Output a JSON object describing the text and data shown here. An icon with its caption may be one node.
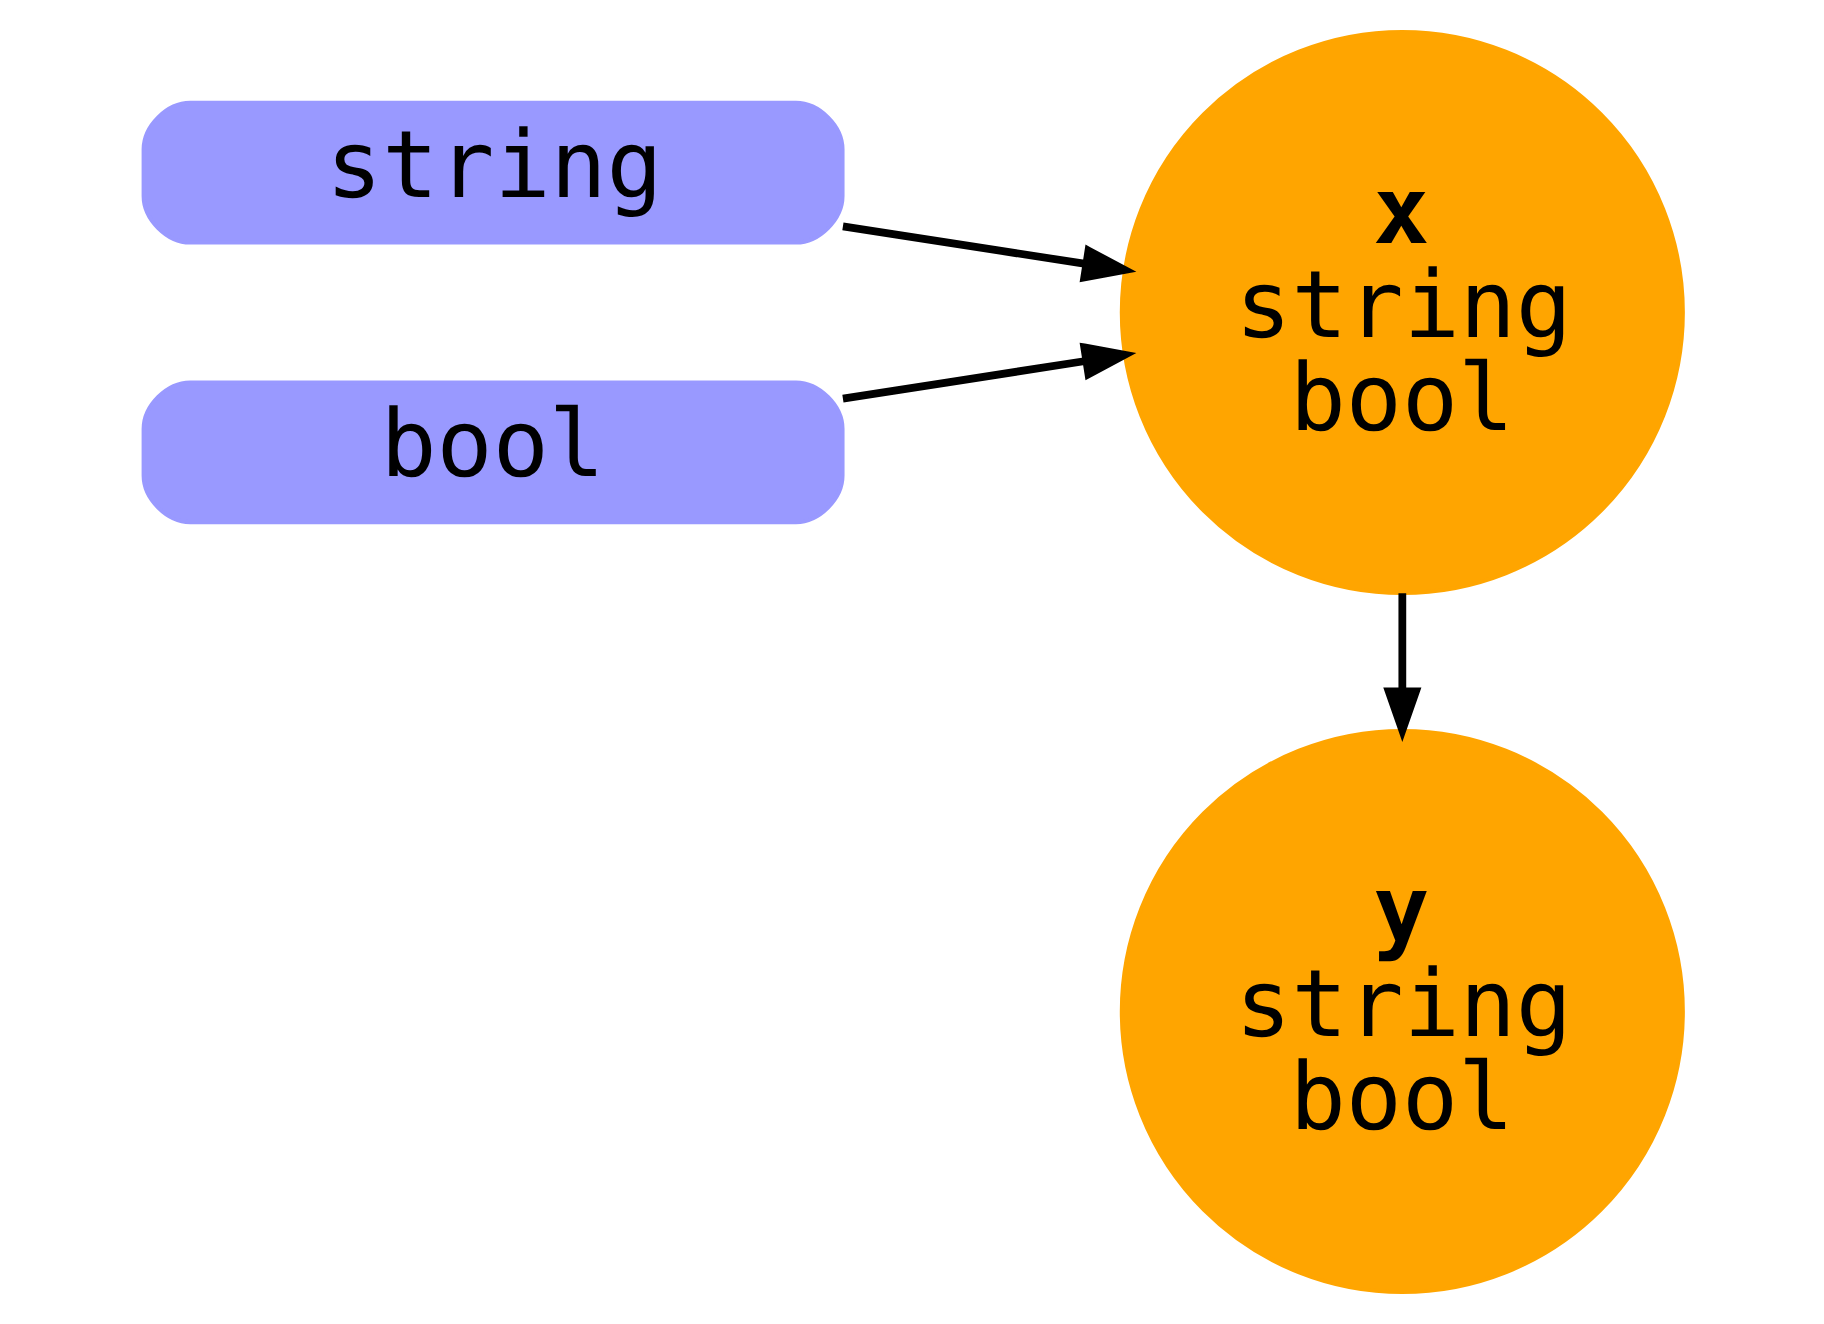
{
  "diagram": {
    "nodes": [
      {
        "text": [
          "string"
        ]
      },
      {
        "text": [
          "bool"
        ]
      },
      {
        "text": [
          "x",
          "string",
          "bool"
        ]
      },
      {
        "text": [
          "y",
          "string",
          "bool"
        ]
      }
    ],
    "edges": [
      {
        "from": 0,
        "to": 2,
        "arrow": "to"
      },
      {
        "from": 1,
        "to": 2,
        "arrow": "to"
      },
      {
        "from": 2,
        "to": 3,
        "arrow": "to"
      }
    ]
  }
}
